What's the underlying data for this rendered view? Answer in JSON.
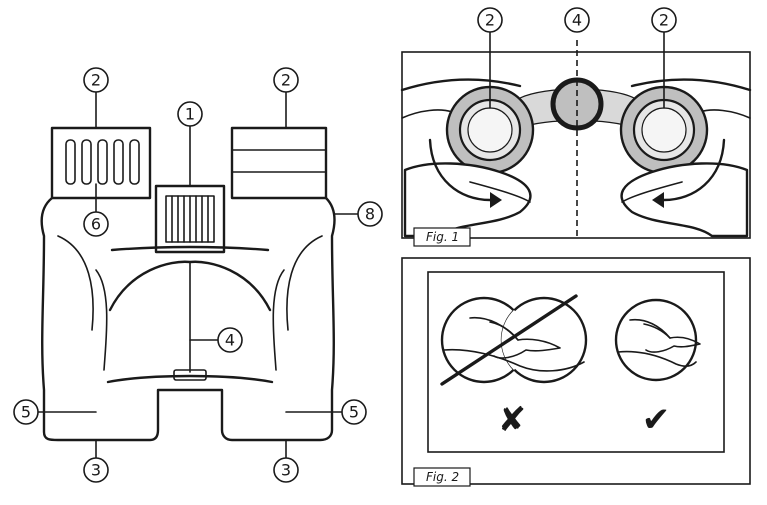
{
  "callouts": {
    "c1": "1",
    "c2": "2",
    "c3": "3",
    "c4": "4",
    "c5": "5",
    "c6": "6",
    "c8": "8"
  },
  "figures": {
    "fig1_label": "Fig. 1",
    "fig2_label": "Fig. 2"
  },
  "marks": {
    "wrong": "✘",
    "right": "✔"
  },
  "colors": {
    "ink": "#1a1a1a",
    "gray_ring": "#bfbfbf",
    "light_gray": "#d9d9d9"
  }
}
